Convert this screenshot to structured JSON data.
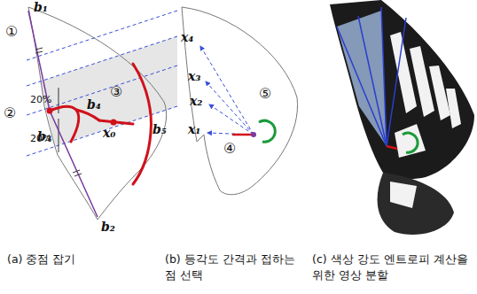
{
  "diagram": {
    "labels": [
      "b₁",
      "①",
      "20%",
      "②",
      "b₃",
      "b₄",
      "③",
      "x₀",
      "b₅",
      "20%",
      "b₂",
      "x₄",
      "x₃",
      "x₂",
      "x₁",
      "④",
      "⑤",
      "(a) 중점 잡기",
      "(b) 등각도 간격과 접하는 점 선택",
      "(c) 색상 강도 엔트로피 계산을 위한 영상 분할"
    ]
  }
}
